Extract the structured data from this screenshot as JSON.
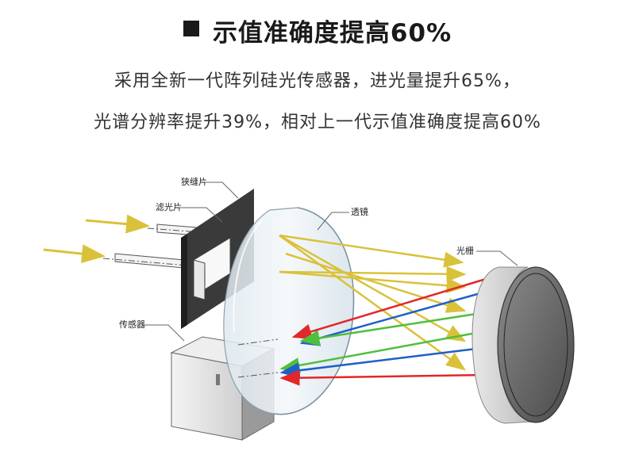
{
  "title": "示值准确度提高60%",
  "subtitle_line1": "采用全新一代阵列硅光传感器，进光量提升65%，",
  "subtitle_line2": "光谱分辨率提升39%，相对上一代示值准确度提高60%",
  "diagram": {
    "labels": {
      "slit": "狭缝片",
      "filter": "滤光片",
      "lens": "透镜",
      "grating": "光栅",
      "sensor": "传感器"
    },
    "colors": {
      "light_beam": "#d9c23a",
      "red": "#e2272a",
      "blue": "#1f5fc8",
      "green": "#4fbf3c"
    }
  }
}
